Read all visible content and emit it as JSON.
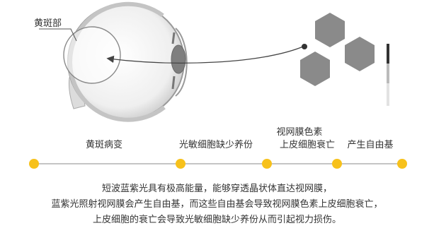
{
  "diagram": {
    "macula_label": "黄斑部",
    "stages": [
      {
        "label": "黄斑病变"
      },
      {
        "label": "光敏细胞缺少养份"
      },
      {
        "label_line1": "视网膜色素",
        "label_line2": "上皮细胞衰亡"
      },
      {
        "label": "产生自由基"
      }
    ],
    "description_lines": [
      "短波蓝紫光具有极高能量，能够穿透晶状体直达视网膜，",
      "蓝紫光照射视网膜会产生自由基，而这些自由基会导致视网膜色素上皮细胞衰亡，",
      "上皮细胞的衰亡会导致光敏细胞缺少养份从而引起视力损伤。"
    ],
    "colors": {
      "dot": "#f7c11b",
      "line": "#888888",
      "hexagon": "#8a8a8a",
      "eye_outline": "#999999"
    }
  }
}
